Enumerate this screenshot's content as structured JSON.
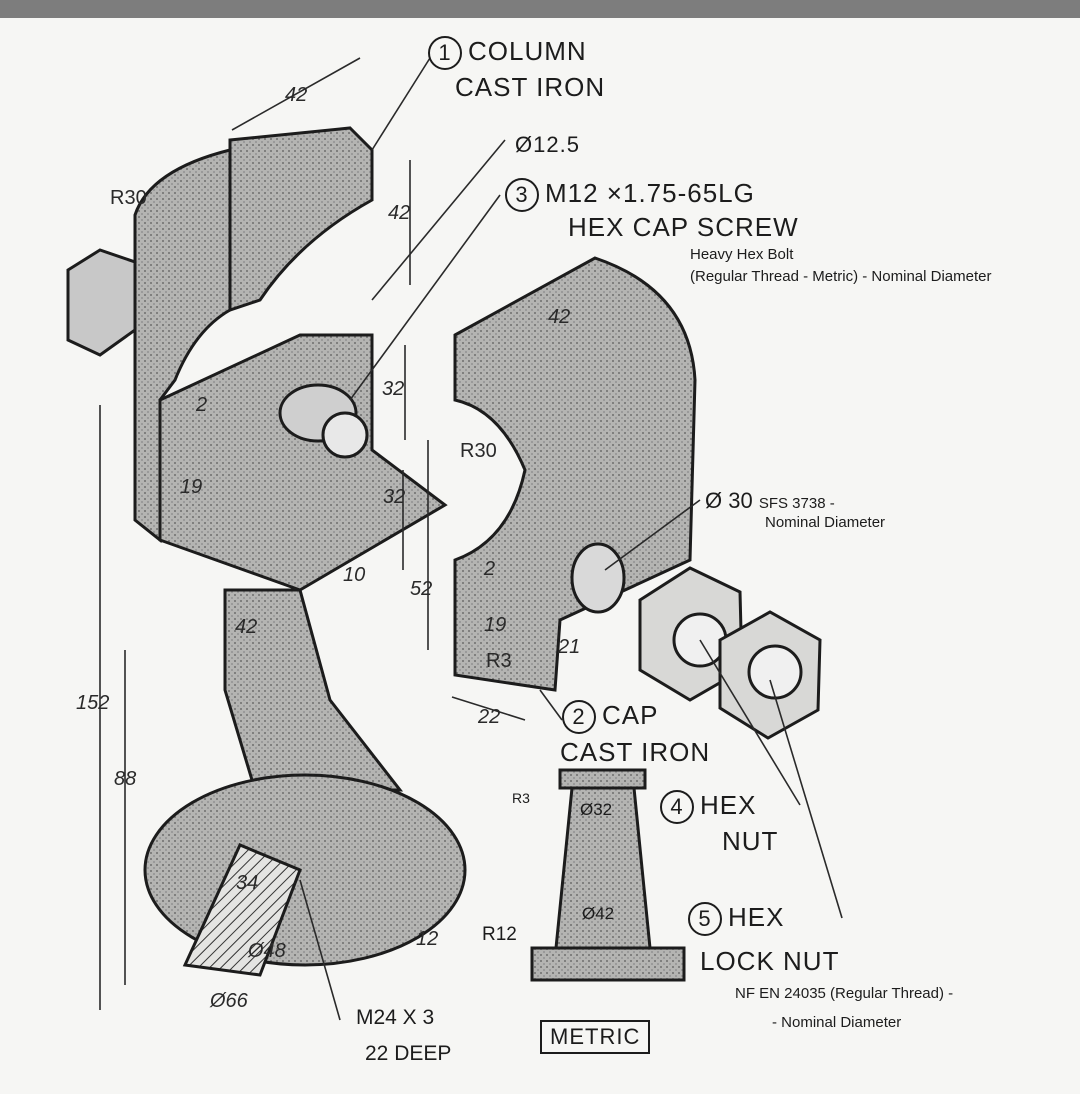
{
  "callouts": {
    "column": {
      "number": "1",
      "name": "COLUMN",
      "material": "CAST IRON"
    },
    "cap": {
      "number": "2",
      "name": "CAP",
      "material": "CAST IRON"
    },
    "screw": {
      "number": "3",
      "spec": "M12 ×1.75-65LG",
      "name": "HEX CAP SCREW",
      "note1": "Heavy Hex Bolt",
      "note2": "(Regular Thread - Metric) - Nominal Diameter"
    },
    "hex_nut": {
      "number": "4",
      "line1": "HEX",
      "line2": "NUT"
    },
    "lock_nut": {
      "number": "5",
      "line1": "HEX",
      "line2": "LOCK NUT",
      "note1": "NF EN 24035 (Regular Thread) -",
      "note2": "- Nominal Diameter"
    }
  },
  "hole_note": {
    "dia": "Ø12.5"
  },
  "bore_note": {
    "line1": "Ø 30",
    "std": "SFS 3738 -",
    "line2": "Nominal Diameter"
  },
  "thread_note": {
    "line1": "M24 X 3",
    "line2": "22 DEEP"
  },
  "units_label": "METRIC",
  "dimensions": {
    "top_width": "42",
    "r30_left": "R30",
    "height_42": "42",
    "d32_a": "32",
    "d32_b": "32",
    "two_a": "2",
    "nineteen_a": "19",
    "ten": "10",
    "fiftytwo": "52",
    "fortytwo_base": "42",
    "total_152": "152",
    "d88": "88",
    "d34": "34",
    "d48": "Ø48",
    "d66": "Ø66",
    "twelve": "12",
    "cap_42": "42",
    "cap_r30": "R30",
    "cap_2": "2",
    "cap_19": "19",
    "cap_r3": "R3",
    "cap_21": "21",
    "cap_22": "22",
    "sec_r3": "R3",
    "sec_32": "Ø32",
    "sec_42": "Ø42",
    "sec_r12": "R12"
  },
  "colors": {
    "ink": "#1c1c1c",
    "shade": "#9a9a9a",
    "paper": "#f6f6f4"
  }
}
